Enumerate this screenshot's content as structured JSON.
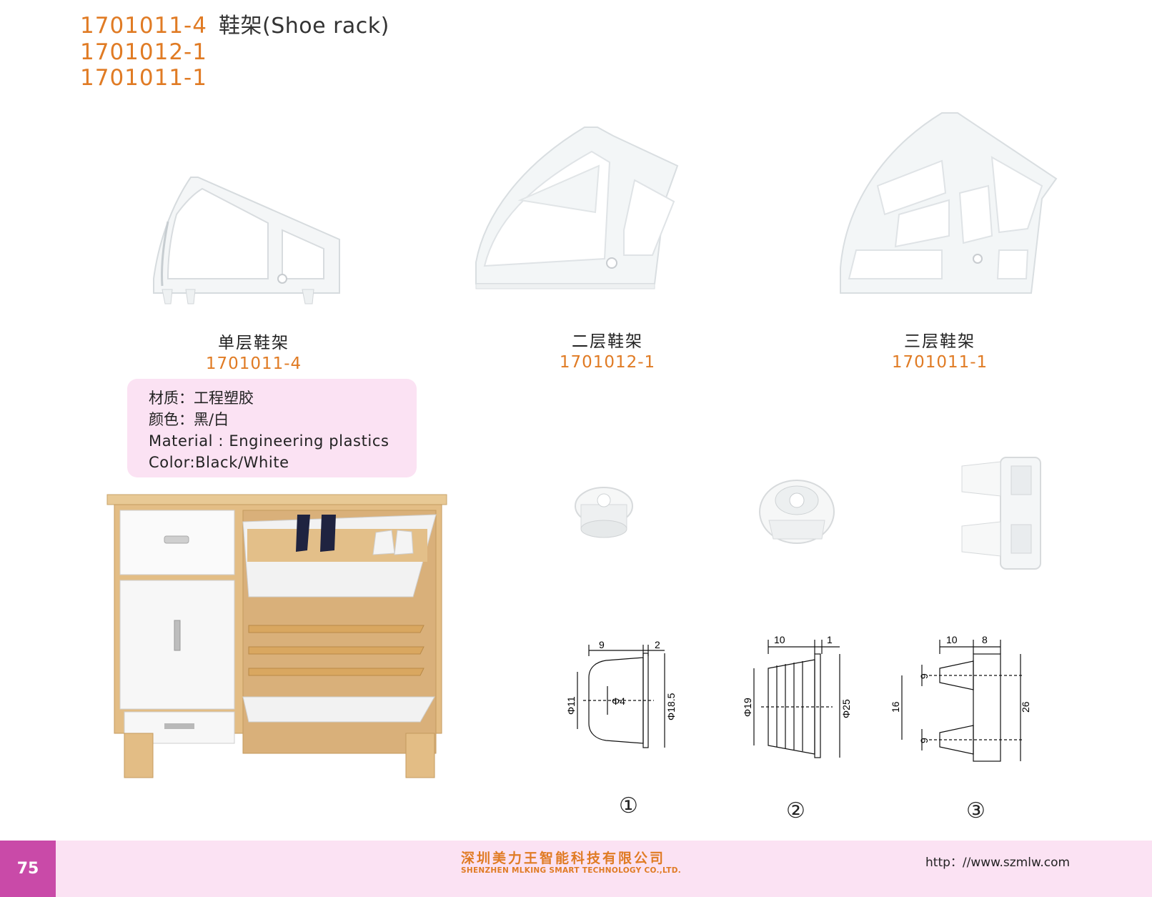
{
  "header": {
    "codes": [
      "1701011-4",
      "1701012-1",
      "1701011-1"
    ],
    "title": "鞋架(Shoe rack)"
  },
  "products": [
    {
      "name_cn": "单层鞋架",
      "code": "1701011-4"
    },
    {
      "name_cn": "二层鞋架",
      "code": "1701012-1"
    },
    {
      "name_cn": "三层鞋架",
      "code": "1701011-1"
    }
  ],
  "spec": {
    "material_cn": "材质：工程塑胶",
    "color_cn": "颜色：黑/白",
    "material_en": "Material : Engineering plastics",
    "color_en": "Color:Black/White"
  },
  "parts": [
    {
      "label": "①",
      "dims": {
        "w1": "9",
        "w2": "2",
        "d1": "Φ11",
        "d2": "Φ4",
        "d3": "Φ18.5"
      }
    },
    {
      "label": "②",
      "dims": {
        "w1": "10",
        "w2": "1",
        "d1": "Φ19",
        "d2": "Φ25"
      }
    },
    {
      "label": "③",
      "dims": {
        "w1": "10",
        "w2": "8",
        "h1": "9",
        "h2": "16",
        "h3": "9",
        "h4": "26"
      }
    }
  ],
  "footer": {
    "page_number": "75",
    "company_cn": "深圳美力王智能科技有限公司",
    "company_en": "SHENZHEN MLKING SMART TECHNOLOGY CO.,LTD.",
    "website": "http：//www.szmlw.com"
  },
  "colors": {
    "accent": "#e07b24",
    "footer_bg": "#fbe2f3",
    "page_tab": "#c94aa8"
  }
}
